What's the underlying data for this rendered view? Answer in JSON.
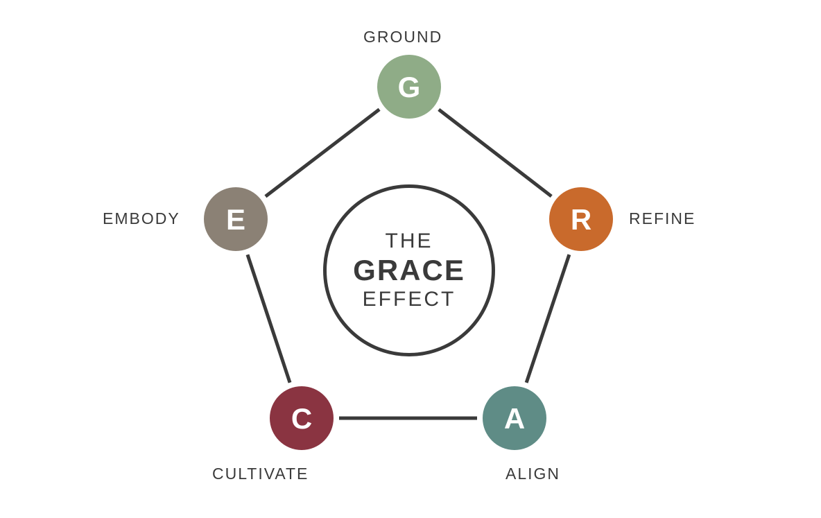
{
  "title": {
    "line1": "THE",
    "line2": "GRACE",
    "line3": "EFFECT"
  },
  "nodes": [
    {
      "letter": "G",
      "label": "GROUND",
      "color": "#8fac87"
    },
    {
      "letter": "R",
      "label": "REFINE",
      "color": "#c96a2c"
    },
    {
      "letter": "A",
      "label": "ALIGN",
      "color": "#5f8c86"
    },
    {
      "letter": "C",
      "label": "CULTIVATE",
      "color": "#8a3441"
    },
    {
      "letter": "E",
      "label": "EMBODY",
      "color": "#8b8175"
    }
  ],
  "line_color": "#3a3a3a"
}
